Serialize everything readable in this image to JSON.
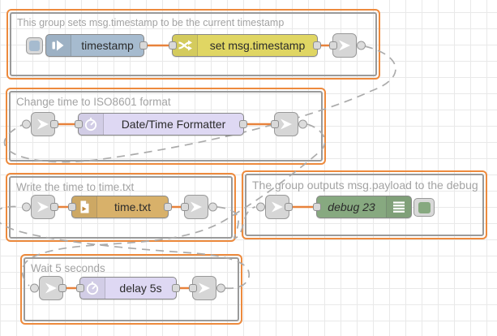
{
  "app": "node-red-flow-editor",
  "groups": [
    {
      "title": "This group sets msg.timestamp to be the current timestamp"
    },
    {
      "title": "Change time to ISO8601 format"
    },
    {
      "title": "Write the time to time.txt"
    },
    {
      "title": "The group outputs msg.payload to the debug"
    },
    {
      "title": "Wait 5 seconds"
    }
  ],
  "nodes": {
    "inject": {
      "label": "timestamp",
      "type": "inject",
      "color": "#A6BBCF",
      "icon": "inject-arrow-icon"
    },
    "change": {
      "label": "set msg.timestamp",
      "type": "change",
      "color": "#E0D663",
      "icon": "shuffle-icon"
    },
    "formatter": {
      "label": "Date/Time Formatter",
      "type": "function",
      "color": "#DED8F3",
      "icon": "timer-icon"
    },
    "file": {
      "label": "time.txt",
      "type": "file",
      "color": "#D8B16A",
      "icon": "file-out-icon"
    },
    "debug": {
      "label": "debug 23",
      "type": "debug",
      "color": "#87A980",
      "icon": "debug-lines-icon"
    },
    "delay": {
      "label": "delay 5s",
      "type": "delay",
      "color": "#DED8F3",
      "icon": "timer-icon"
    }
  },
  "link_connections": [
    {
      "from": "group-1-link-out",
      "to": "group-2-link-in"
    },
    {
      "from": "group-2-link-out",
      "to": "group-5-link-in"
    },
    {
      "from": "group-5-link-out",
      "to": "group-3-link-in"
    },
    {
      "from": "group-3-link-out",
      "to": "group-4-link-in"
    }
  ],
  "colors": {
    "group_border": "#ED8A3D",
    "group_inner_border": "#9A9A9A",
    "wire_selected": "#E8823B",
    "link_wire": "#ABABAB",
    "grid": "#E9E9E9",
    "link_node": "#D6D6D6",
    "group_title": "#A3A3A3"
  }
}
